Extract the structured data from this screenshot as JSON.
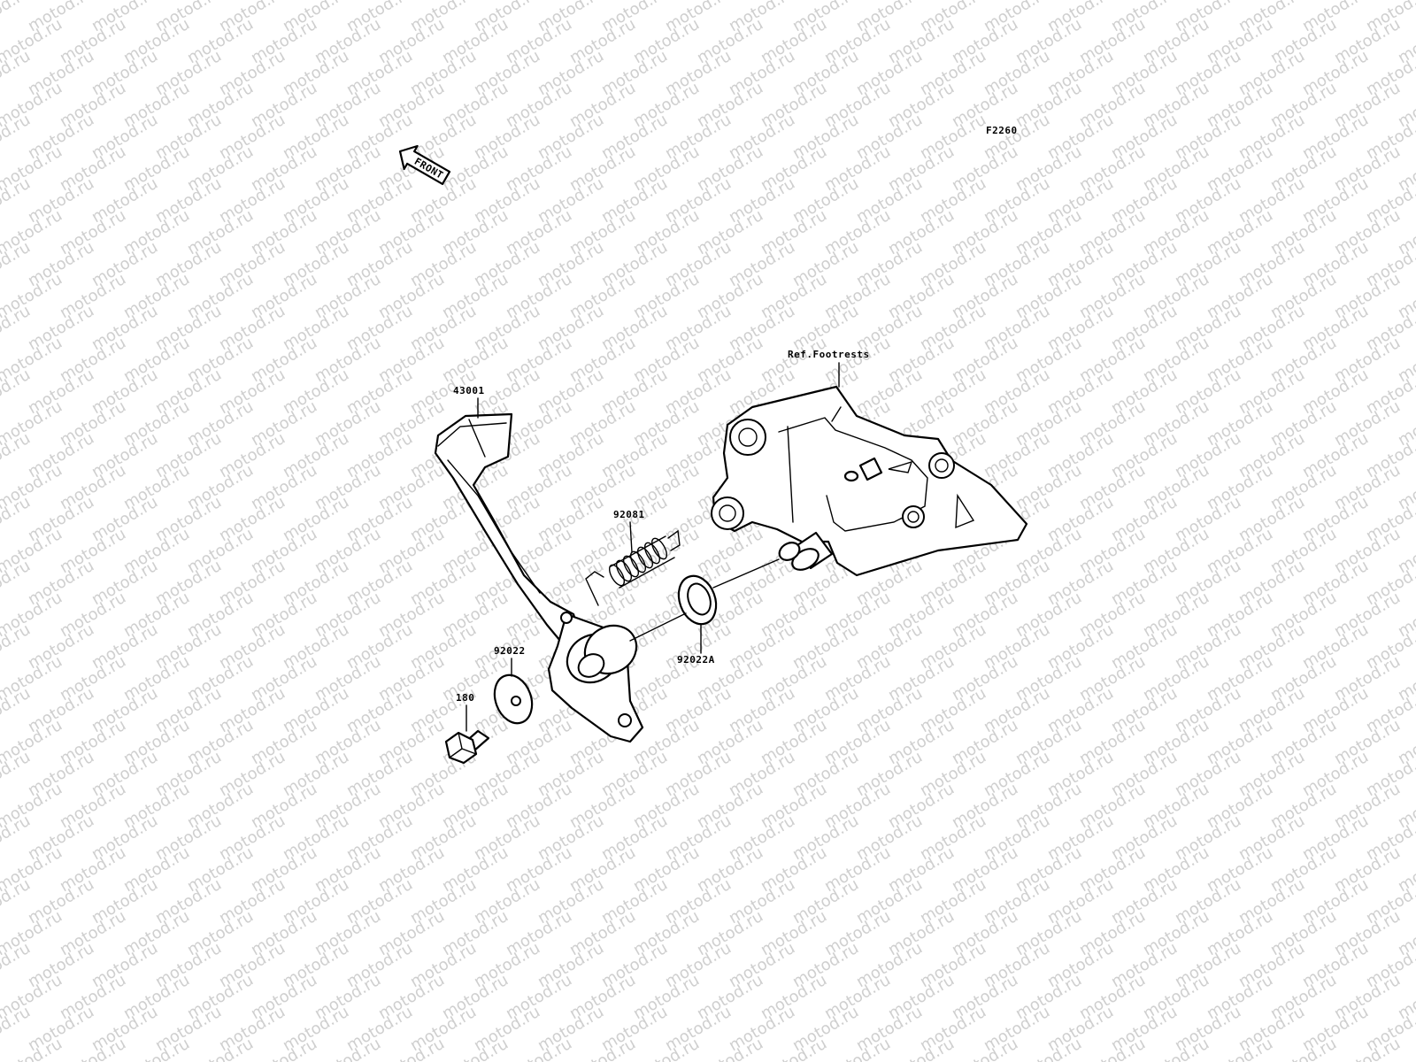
{
  "header": {
    "figure_code": "F2260"
  },
  "front_arrow": {
    "label": "FRONT"
  },
  "reference": {
    "label": "Ref.Footrests"
  },
  "parts": [
    {
      "number": "43001"
    },
    {
      "number": "92081"
    },
    {
      "number": "92022"
    },
    {
      "number": "92022A"
    },
    {
      "number": "180"
    }
  ],
  "watermark": {
    "text": "motod.ru"
  }
}
